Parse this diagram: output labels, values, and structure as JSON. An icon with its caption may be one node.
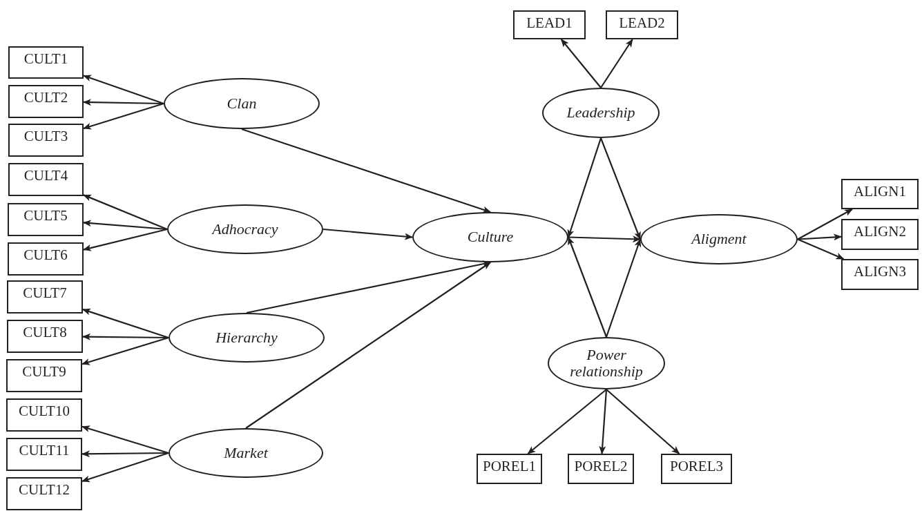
{
  "diagram": {
    "nodes": [
      {
        "text": [
          "CULT1"
        ]
      },
      {
        "text": [
          "CULT2"
        ]
      },
      {
        "text": [
          "CULT3"
        ]
      },
      {
        "text": [
          "CULT4"
        ]
      },
      {
        "text": [
          "CULT5"
        ]
      },
      {
        "text": [
          "CULT6"
        ]
      },
      {
        "text": [
          "CULT7"
        ]
      },
      {
        "text": [
          "CULT8"
        ]
      },
      {
        "text": [
          "CULT9"
        ]
      },
      {
        "text": [
          "CULT10"
        ]
      },
      {
        "text": [
          "CULT11"
        ]
      },
      {
        "text": [
          "CULT12"
        ]
      },
      {
        "text": [
          "Clan"
        ]
      },
      {
        "text": [
          "Adhocracy"
        ]
      },
      {
        "text": [
          "Hierarchy"
        ]
      },
      {
        "text": [
          "Market"
        ]
      },
      {
        "text": [
          "Culture"
        ]
      },
      {
        "text": [
          "LEAD1"
        ]
      },
      {
        "text": [
          "LEAD2"
        ]
      },
      {
        "text": [
          "Leadership"
        ]
      },
      {
        "text": [
          "Aligment"
        ]
      },
      {
        "text": [
          "ALIGN1"
        ]
      },
      {
        "text": [
          "ALIGN2"
        ]
      },
      {
        "text": [
          "ALIGN3"
        ]
      },
      {
        "text": [
          "Power relationship"
        ]
      },
      {
        "text": [
          "POREL1"
        ]
      },
      {
        "text": [
          "POREL2"
        ]
      },
      {
        "text": [
          "POREL3"
        ]
      }
    ],
    "edges": [
      {
        "from": 12,
        "to": 0,
        "arrow": "to"
      },
      {
        "from": 12,
        "to": 1,
        "arrow": "to"
      },
      {
        "from": 12,
        "to": 2,
        "arrow": "to"
      },
      {
        "from": 13,
        "to": 3,
        "arrow": "to"
      },
      {
        "from": 13,
        "to": 4,
        "arrow": "to"
      },
      {
        "from": 13,
        "to": 5,
        "arrow": "to"
      },
      {
        "from": 14,
        "to": 6,
        "arrow": "to"
      },
      {
        "from": 14,
        "to": 7,
        "arrow": "to"
      },
      {
        "from": 14,
        "to": 8,
        "arrow": "to"
      },
      {
        "from": 15,
        "to": 9,
        "arrow": "to"
      },
      {
        "from": 15,
        "to": 10,
        "arrow": "to"
      },
      {
        "from": 15,
        "to": 11,
        "arrow": "to"
      },
      {
        "from": 12,
        "to": 16,
        "arrow": "to"
      },
      {
        "from": 13,
        "to": 16,
        "arrow": "to"
      },
      {
        "from": 14,
        "to": 16,
        "arrow": "to"
      },
      {
        "from": 15,
        "to": 16,
        "arrow": "to"
      },
      {
        "from": 19,
        "to": 17,
        "arrow": "to"
      },
      {
        "from": 19,
        "to": 18,
        "arrow": "to"
      },
      {
        "from": 19,
        "to": 16,
        "arrow": "to"
      },
      {
        "from": 19,
        "to": 20,
        "arrow": "to"
      },
      {
        "from": 16,
        "to": 20,
        "arrow": "to"
      },
      {
        "from": 24,
        "to": 16,
        "arrow": "to"
      },
      {
        "from": 24,
        "to": 20,
        "arrow": "to"
      },
      {
        "from": 20,
        "to": 21,
        "arrow": "to"
      },
      {
        "from": 20,
        "to": 22,
        "arrow": "to"
      },
      {
        "from": 20,
        "to": 23,
        "arrow": "to"
      },
      {
        "from": 24,
        "to": 25,
        "arrow": "to"
      },
      {
        "from": 24,
        "to": 26,
        "arrow": "to"
      },
      {
        "from": 24,
        "to": 27,
        "arrow": "to"
      }
    ]
  }
}
